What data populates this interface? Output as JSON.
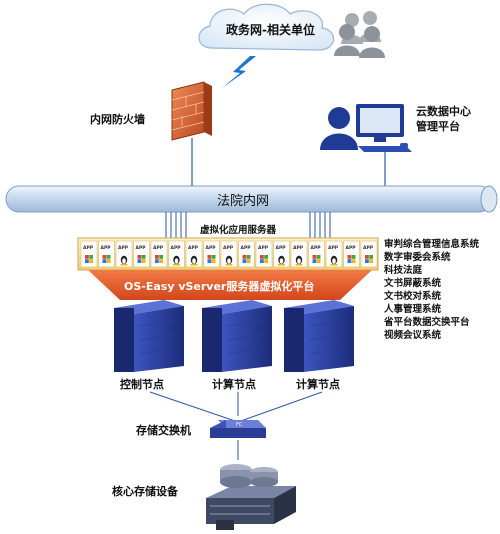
{
  "cloud_label": "政务网-相关单位",
  "firewall_label": "内网防火墙",
  "mgmt_label_line1": "云数据中心",
  "mgmt_label_line2": "管理平台",
  "network_label": "法院内网",
  "virt_servers_label": "虚拟化应用服务器",
  "platform_label": "OS-Easy vServer服务器虚拟化平台",
  "app_tile_text": "APP",
  "systems": [
    "审判综合管理信息系统",
    "数字审委会系统",
    "科技法庭",
    "文书屏蔽系统",
    "文书校对系统",
    "人事管理系统",
    "省平台数据交换平台",
    "视频会议系统"
  ],
  "nodes": [
    "控制节点",
    "计算节点",
    "计算节点"
  ],
  "switch_label": "存储交换机",
  "switch_chip_text": "FC",
  "storage_label": "核心存储设备",
  "colors": {
    "network_bar": "#b8cfe9",
    "firewall": "#d96a3c",
    "server": "#2c3f9c",
    "platform": "#e8582a",
    "app_strip": "#f6dfa0"
  }
}
